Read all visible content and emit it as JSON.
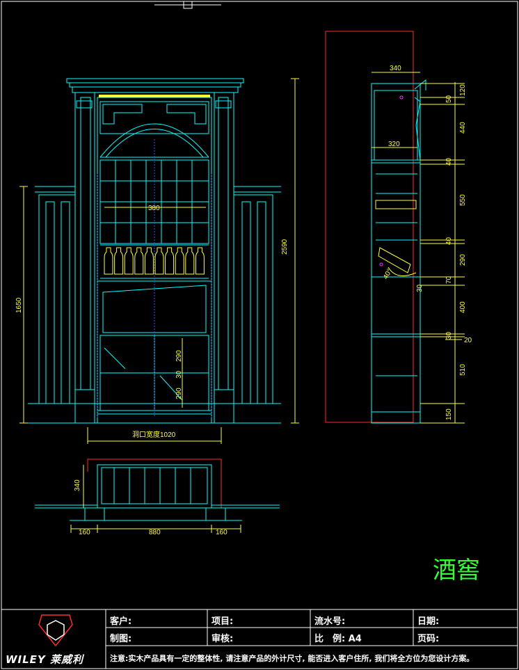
{
  "drawing": {
    "title": "酒窖",
    "colors": {
      "line": "#00ffff",
      "accent": "#ffff33",
      "red": "#ff2a2a",
      "magenta": "#ff33ff",
      "title": "#33ff33"
    }
  },
  "front_view": {
    "dims": {
      "width_center": "380",
      "height_total": "2590",
      "height_side": "1650",
      "opening": "洞口宽度1020",
      "shelf_a": "290",
      "shelf_b": "290",
      "shelf_gap": "30"
    }
  },
  "side_view": {
    "dims": {
      "depth_top": "340",
      "depth_inner": "320",
      "h1": "120",
      "h2": "50",
      "h3": "440",
      "h4": "40",
      "h5": "550",
      "h6": "40",
      "h7": "290",
      "h8": "70",
      "h9": "400",
      "h10": "30",
      "h11": "510",
      "h12": "150",
      "h13": "30",
      "h14": "20",
      "angle": "40°",
      "side_gap": "30"
    }
  },
  "plan_view": {
    "dims": {
      "depth": "340",
      "left": "160",
      "center": "880",
      "right": "160"
    }
  },
  "title_block": {
    "client": "客户:",
    "project": "项目:",
    "serial": "流水号:",
    "date": "日期:",
    "drafter": "制图:",
    "review": "审核:",
    "scale": "比　例: A4",
    "page": "页码:",
    "note": "注意:实木产品具有一定的整体性, 请注意产品的外计尺寸, 能否进入客户住所, 我们将全方位为您设计方案。",
    "brand": "WILEY 莱威利"
  }
}
